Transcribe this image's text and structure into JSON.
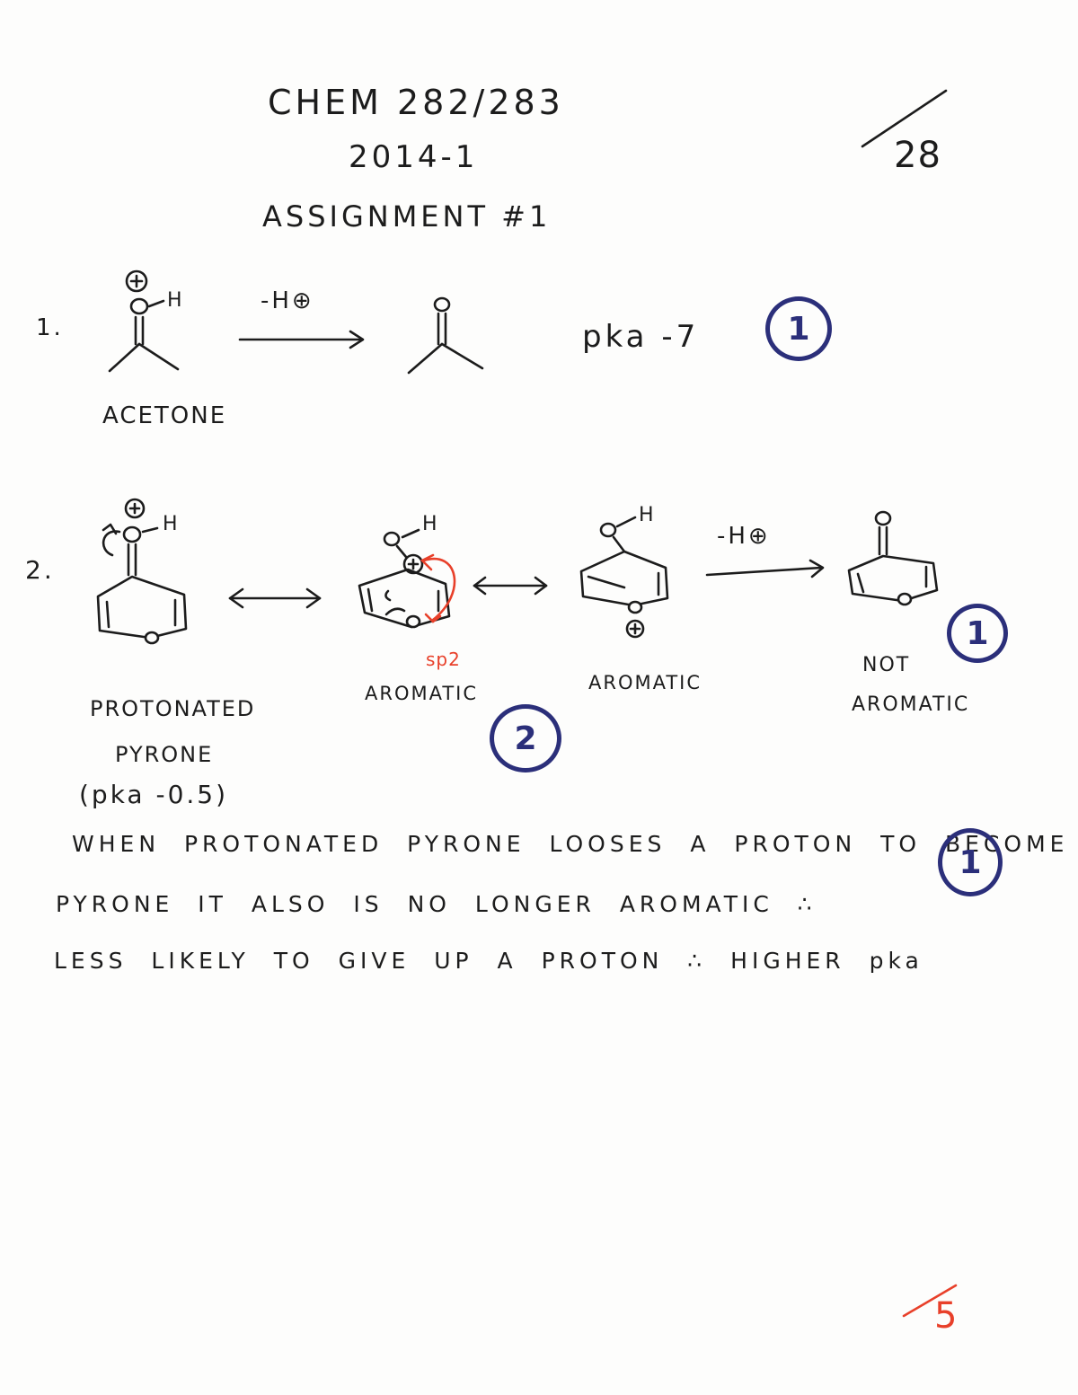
{
  "header": {
    "course": "CHEM 282/283",
    "term": "2014-1",
    "assignment": "ASSIGNMENT #1",
    "total_marks": "28"
  },
  "q1": {
    "number": "1.",
    "reagent": "-H⊕",
    "molecule_label": "ACETONE",
    "pka_text": "pka -7",
    "score": "1"
  },
  "q2": {
    "number": "2.",
    "reagent": "-H⊕",
    "label_protonated": "PROTONATED",
    "label_pyrone": "PYRONE",
    "label_pka": "(pka -0.5)",
    "label_aromatic_1": "AROMATIC",
    "label_aromatic_2": "AROMATIC",
    "label_not": "NOT",
    "label_not_aromatic": "AROMATIC",
    "sp2_note": "sp2",
    "score_resonance": "2",
    "score_product": "1"
  },
  "explanation": {
    "line1": "WHEN PROTONATED PYRONE LOOSES A PROTON TO BECOME",
    "line2": "PYRONE IT ALSO IS NO LONGER AROMATIC ∴",
    "line3": "LESS LIKELY TO GIVE UP A PROTON ∴ HIGHER pka",
    "score": "1"
  },
  "grade": {
    "total": "5"
  },
  "colors": {
    "ink": "#1c1c1c",
    "grader_blue": "#2b2f7a",
    "grader_red": "#e8402a"
  }
}
